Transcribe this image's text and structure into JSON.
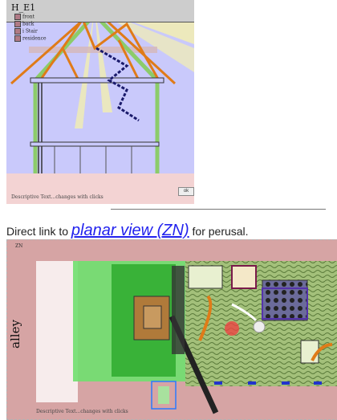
{
  "section_view": {
    "title": "H_E1",
    "legend": [
      "front",
      "back",
      "i Stair",
      "residence"
    ],
    "caption": "Descriptive Text...changes with clicks",
    "zoom_label": "ok"
  },
  "link_line": {
    "prefix": "Direct link to",
    "link_text": "planar view (ZN)",
    "suffix": "for perusal."
  },
  "plan_view": {
    "title": "ZN",
    "alley_label": "alley",
    "caption": "Descriptive Text...changes with clicks"
  },
  "colors": {
    "section_sky": "#c9c9fb",
    "roof_orange": "#e07b18",
    "wall_green": "#8ccc6a",
    "light_beam": "#f3efb0",
    "plan_ground": "#d6a4a4",
    "garden_green": "#6fe06f"
  }
}
